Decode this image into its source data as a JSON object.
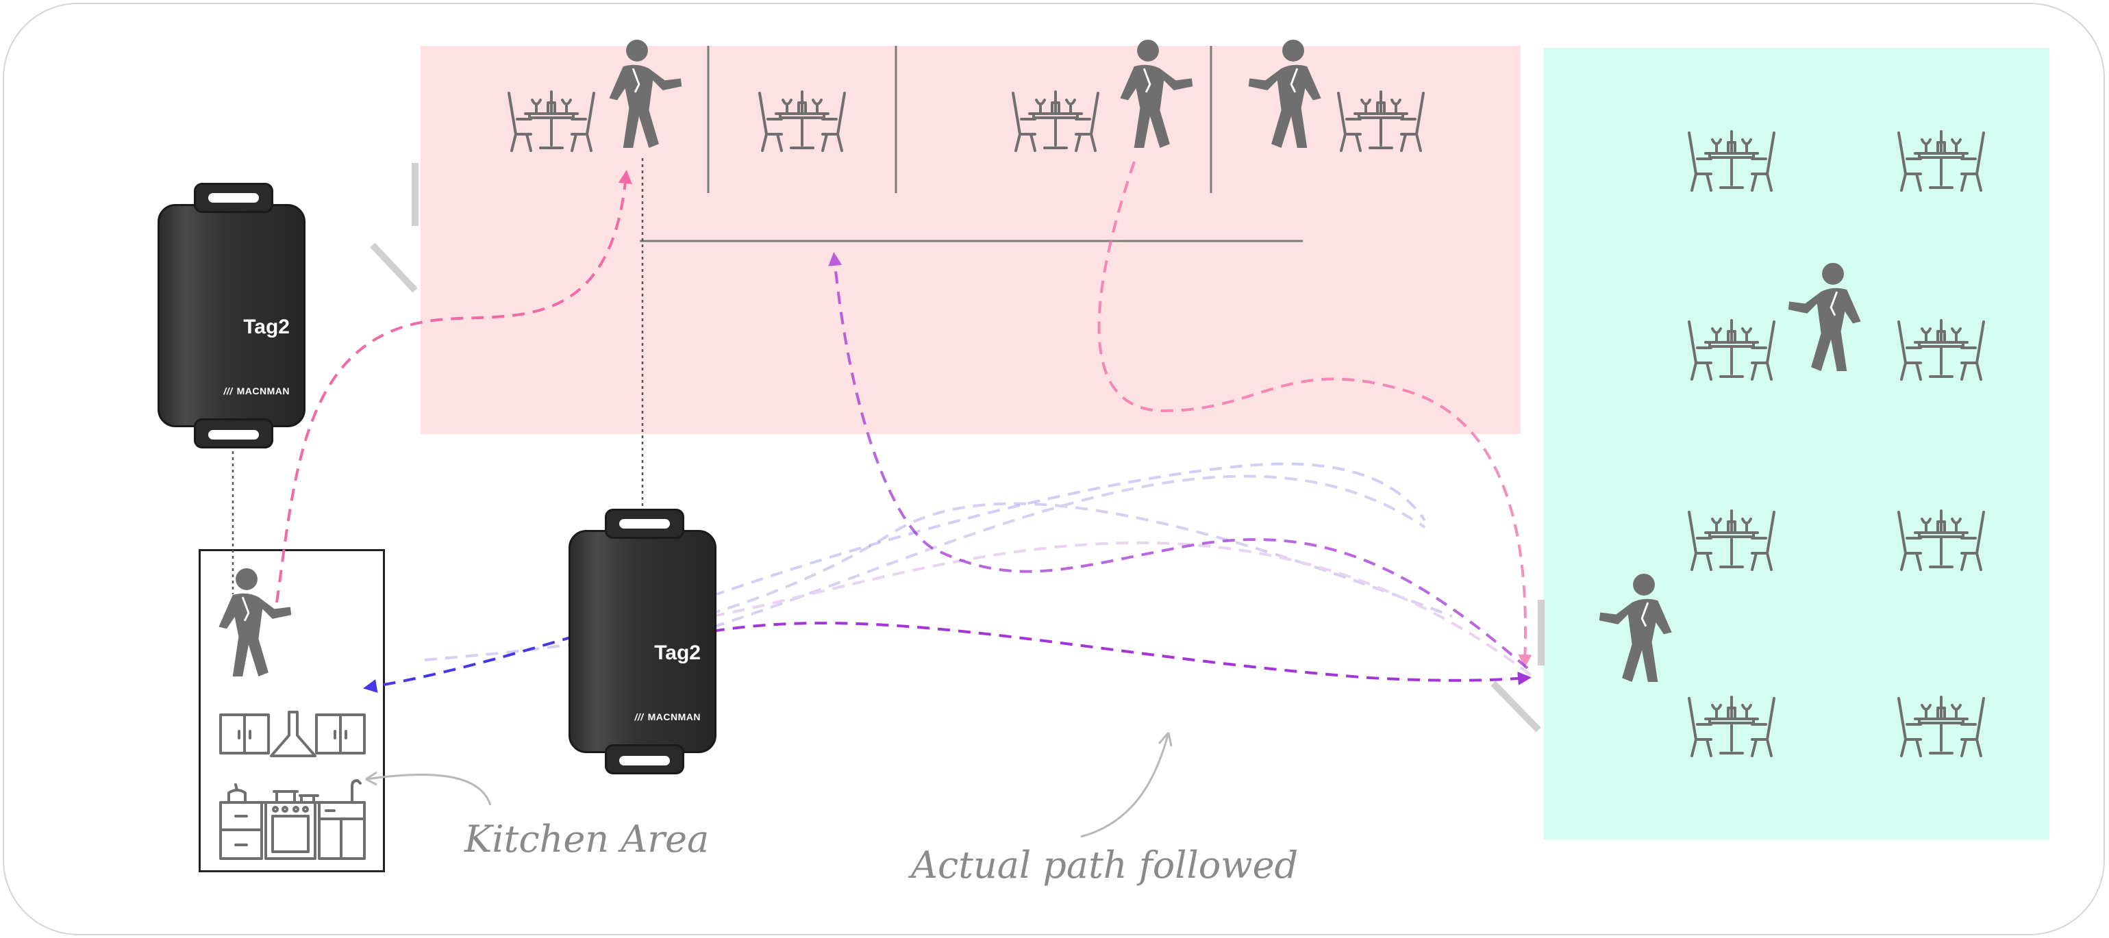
{
  "diagram": {
    "tags": [
      {
        "name": "tag-left",
        "label": "Tag2",
        "brand": "MACNMAN",
        "brand_mark": "///"
      },
      {
        "name": "tag-center",
        "label": "Tag2",
        "brand": "MACNMAN",
        "brand_mark": "///"
      }
    ],
    "annotations": {
      "kitchen": "Kitchen Area",
      "path": "Actual path followed"
    },
    "icons": {
      "table": "dining-table-icon",
      "waiter": "waiter-icon",
      "kitchen": "kitchen-icon",
      "tag": "tracker-tag-icon"
    },
    "colors": {
      "pink_zone": "#fee1e2",
      "mint_zone": "#d4fcf0",
      "pink_path": "#f06aa6",
      "purple_path": "#a234d8",
      "blue_path": "#4637e6",
      "icon_gray": "#6f6f6f",
      "annotation_gray": "#8a8a8a"
    }
  }
}
